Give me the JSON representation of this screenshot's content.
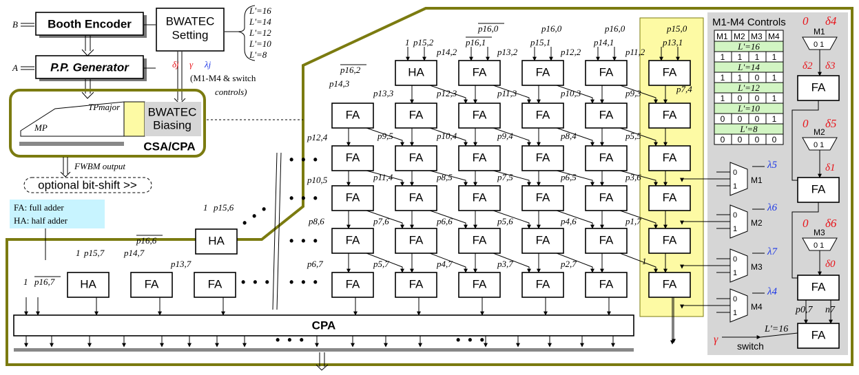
{
  "encoder": {
    "booth": "Booth Encoder",
    "pp": "P.P. Generator",
    "in_b": "B",
    "in_a": "A",
    "bwatec_setting": [
      "BWATEC",
      "Setting"
    ],
    "L_values": [
      "L'=16",
      "L'=14",
      "L'=12",
      "L'=10",
      "L'=8"
    ],
    "signals": [
      "δj",
      "γ",
      "λj"
    ],
    "controls_note": [
      "(M1-M4 & switch",
      "controls)"
    ],
    "tp_major": "TPmajor",
    "mp": "MP",
    "bwatec_biasing": [
      "BWATEC",
      "Biasing"
    ],
    "csa_cpa": "CSA/CPA",
    "fwbm_output": "FWBM output",
    "optional_shift": "optional bit-shift >>"
  },
  "legend": {
    "fa": "FA: full adder",
    "ha": "HA: half adder"
  },
  "cells": {
    "fa": "FA",
    "ha": "HA",
    "cpa": "CPA",
    "one": "1"
  },
  "top_labels": {
    "p152": "p15,2",
    "p160bar_a": "p16,0",
    "p160": "p16,0",
    "p161bar": "p16,1",
    "p142": "p14,2",
    "p151": "p15,1",
    "p132": "p13,2",
    "p122": "p12,2",
    "p141": "p14,1",
    "p150": "p15,0",
    "p131": "p13,1",
    "p112": "p11,2",
    "p162bar": "p16,2",
    "p143": "p14,3",
    "p133": "p13,3",
    "p123": "p12,3",
    "p113": "p11,3",
    "p103": "p10,3",
    "p93": "p9,3",
    "p74": "p7,4",
    "p124": "p12,4",
    "p95": "p9,5",
    "p104": "p10,4",
    "p94": "p9,4",
    "p84": "p8,4",
    "p55": "p5,5",
    "p105": "p10,5",
    "p114": "p11,4",
    "p85": "p8,5",
    "p75": "p7,5",
    "p65": "p6,5",
    "p36": "p3,6",
    "p86": "p8,6",
    "p76": "p7,6",
    "p66": "p6,6",
    "p56": "p5,6",
    "p46": "p4,6",
    "p17": "p1,7",
    "p67": "p6,7",
    "p57": "p5,7",
    "p47": "p4,7",
    "p37": "p3,7",
    "p27": "p2,7",
    "p156": "p15,6",
    "p166bar": "p16,6",
    "p157": "p15,7",
    "p147": "p14,7",
    "p137": "p13,7",
    "p167bar": "p16,7"
  },
  "controls": {
    "title": "M1-M4 Controls",
    "headers": [
      "M1",
      "M2",
      "M3",
      "M4"
    ],
    "rows": [
      {
        "label": "L'=16"
      },
      {
        "bits": [
          "1",
          "1",
          "1",
          "1"
        ]
      },
      {
        "label": "L'=14"
      },
      {
        "bits": [
          "1",
          "1",
          "0",
          "1"
        ]
      },
      {
        "label": "L'=12"
      },
      {
        "bits": [
          "1",
          "0",
          "0",
          "1"
        ]
      },
      {
        "label": "L'=10"
      },
      {
        "bits": [
          "0",
          "0",
          "0",
          "1"
        ]
      },
      {
        "label": "L'=8"
      },
      {
        "bits": [
          "0",
          "0",
          "0",
          "0"
        ]
      }
    ]
  },
  "muxes": [
    {
      "name": "M1",
      "lambda": "λ5"
    },
    {
      "name": "M2",
      "lambda": "λ6"
    },
    {
      "name": "M3",
      "lambda": "λ7"
    },
    {
      "name": "M4",
      "lambda": "λ4"
    }
  ],
  "right_chain": {
    "zero": "0",
    "d4": "δ4",
    "d2": "δ2",
    "d3": "δ3",
    "d5": "δ5",
    "d1": "δ1",
    "d6": "δ6",
    "d0": "δ0",
    "m1": "M1",
    "m2": "M2",
    "m3": "M3",
    "p07": "p0,7",
    "n7": "n7",
    "l16": "L'=16",
    "gamma": "γ",
    "switch": "switch",
    "mux01": "0 1"
  },
  "colors": {
    "olive": "#7b7b10",
    "yellow": "#fdfaa4",
    "gray": "#d6d6d6",
    "cyan": "#c8f4ff",
    "green": "#d2f5c3",
    "red": "#e8141a",
    "blue": "#1b36e6"
  }
}
